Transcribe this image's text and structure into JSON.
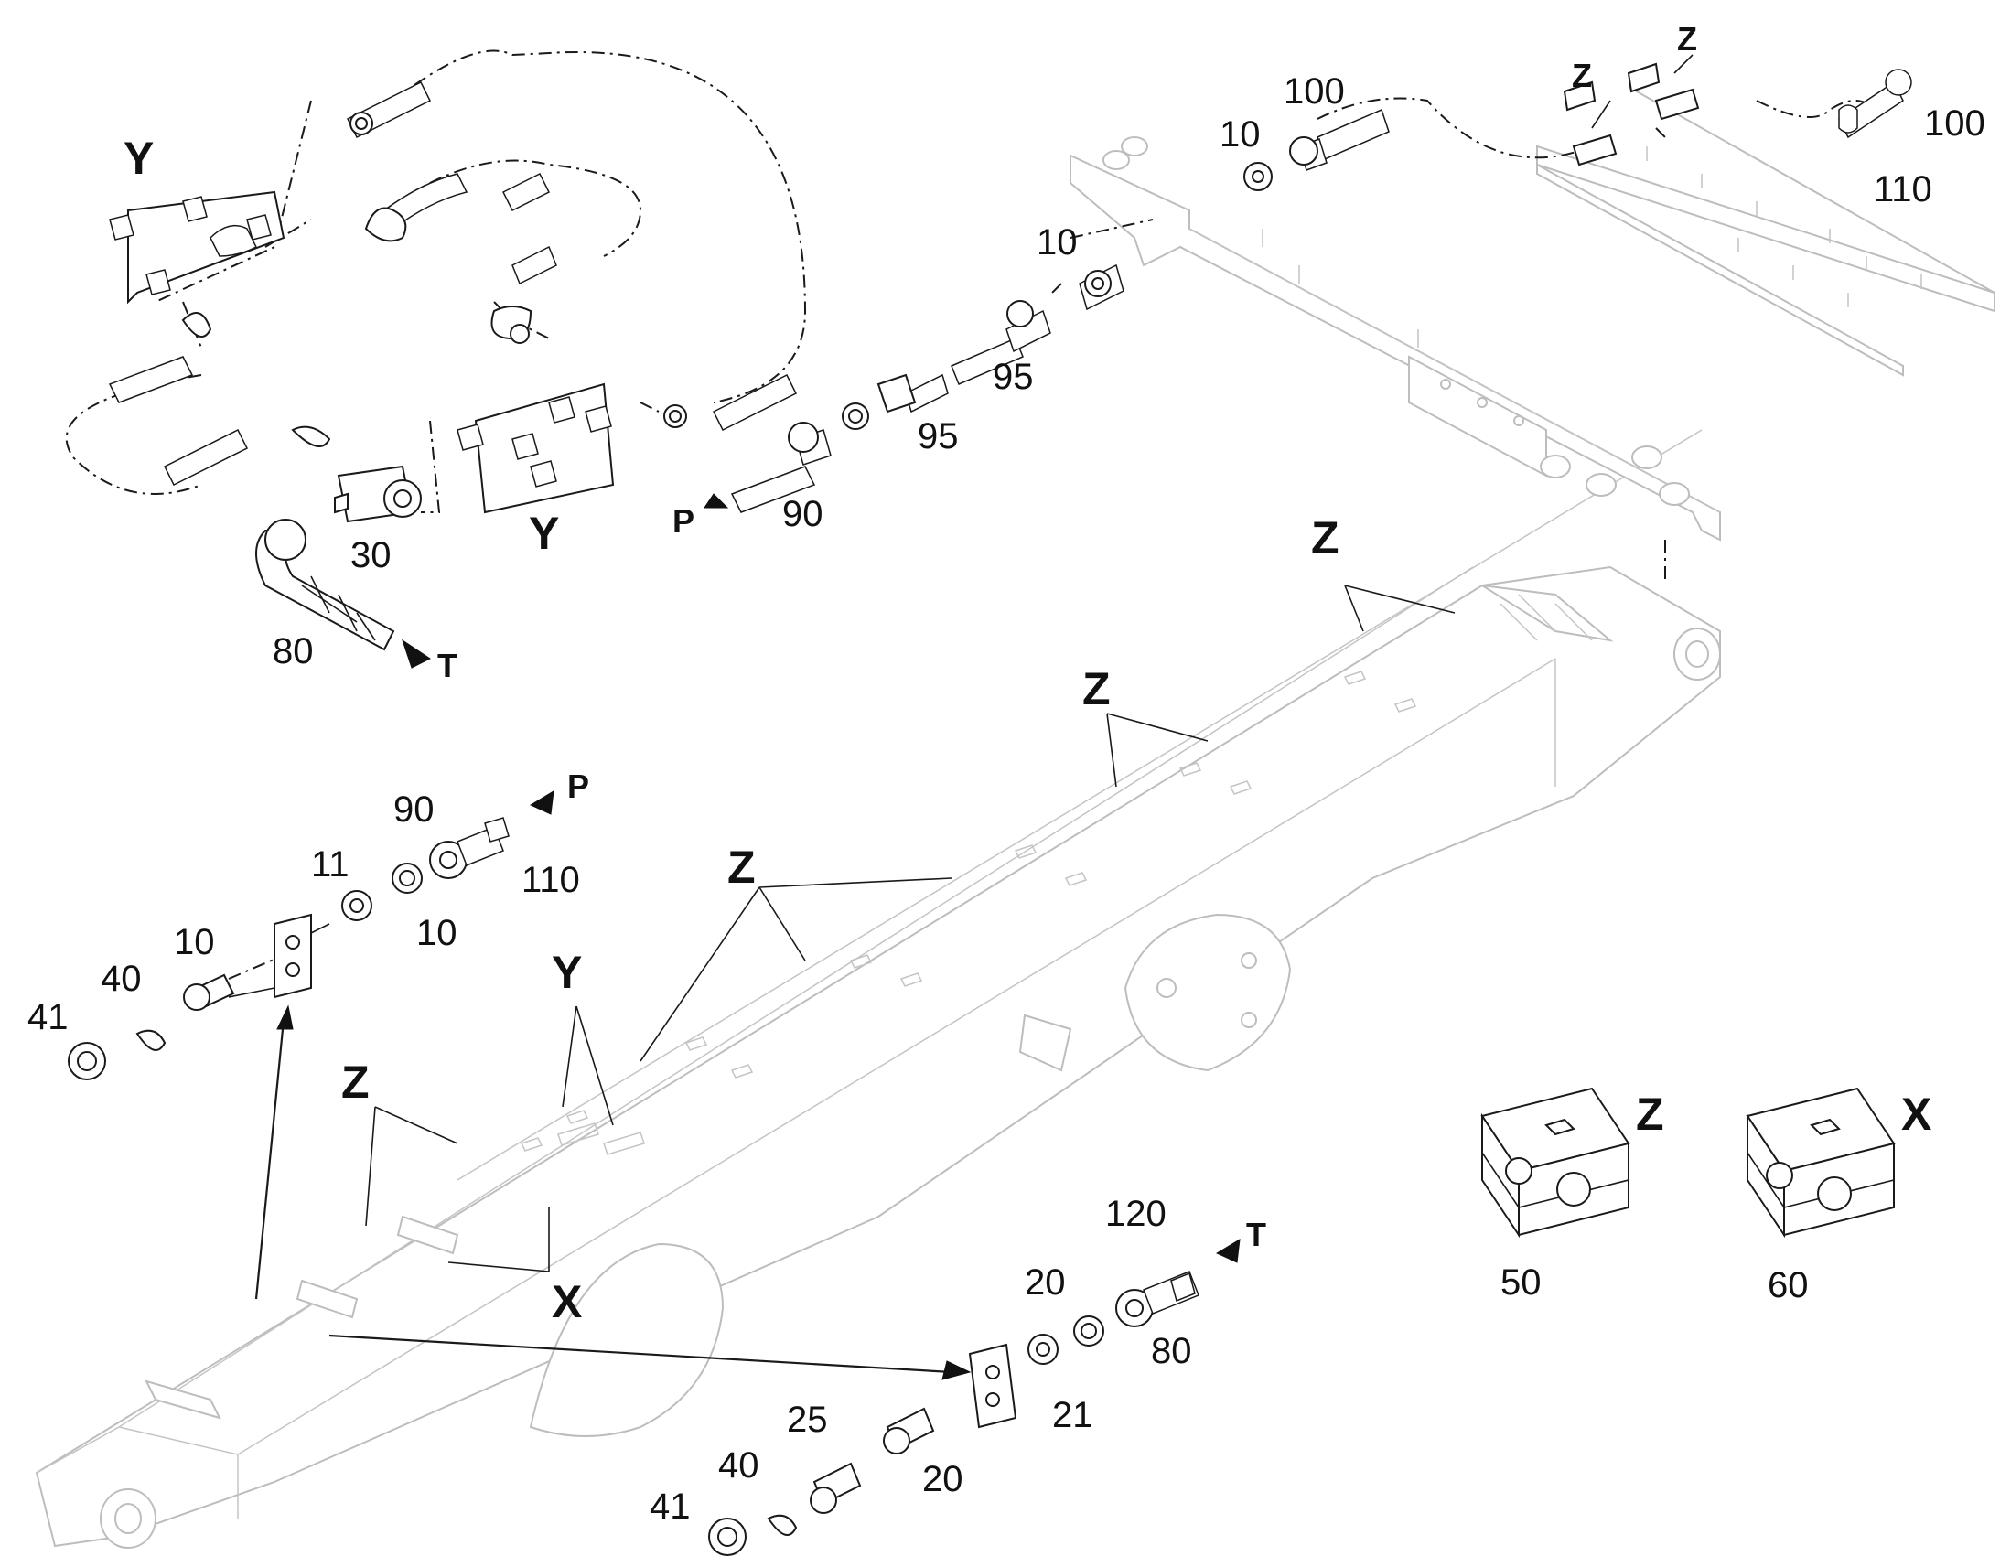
{
  "labels": {
    "y_top_left": "Y",
    "y_mid": "Y",
    "n30": "30",
    "n80_top": "80",
    "t_top": "T",
    "p_top": "P",
    "n90_top": "90",
    "n95_a": "95",
    "n95_b": "95",
    "n10_a": "10",
    "n10_b": "10",
    "n100_a": "100",
    "z_rail_a": "Z",
    "z_rail_b": "Z",
    "n100_b": "100",
    "n110_top": "110",
    "z_boom_1": "Z",
    "z_boom_2": "Z",
    "z_boom_3": "Z",
    "y_boom": "Y",
    "z_boom_4": "Z",
    "x_boom": "X",
    "n90_left": "90",
    "p_left": "P",
    "n11": "11",
    "n110_left": "110",
    "n10_left_nut": "10",
    "n10_left_fit": "10",
    "n40_left": "40",
    "n41_left": "41",
    "n120": "120",
    "t_right": "T",
    "n20_top": "20",
    "n80_right": "80",
    "n21": "21",
    "n25": "25",
    "n40_bot": "40",
    "n20_bot": "20",
    "n41_bot": "41",
    "clamp_z_letter": "Z",
    "clamp_z_num": "50",
    "clamp_x_letter": "X",
    "clamp_x_num": "60"
  },
  "colors": {
    "line": "#1a1a1a",
    "ghost": "#bdbdbd",
    "background": "#ffffff"
  }
}
